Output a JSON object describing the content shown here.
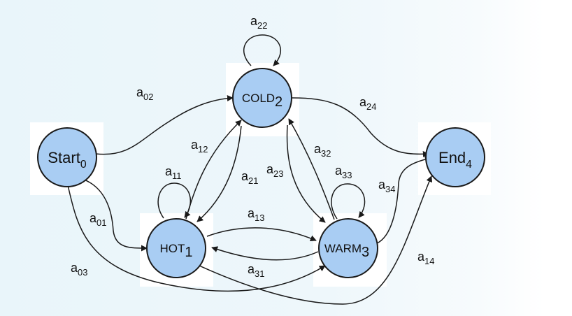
{
  "colors": {
    "node_fill": "#a9cdf3",
    "stroke": "#1a1a1a",
    "background": "#eaf5fa"
  },
  "states": [
    {
      "id": "start",
      "name": "Start",
      "index": "0"
    },
    {
      "id": "cold",
      "name": "COLD",
      "index": "2"
    },
    {
      "id": "hot",
      "name": "HOT",
      "index": "1"
    },
    {
      "id": "warm",
      "name": "WARM",
      "index": "3"
    },
    {
      "id": "end",
      "name": "End",
      "index": "4"
    }
  ],
  "transitions": [
    {
      "id": "a02",
      "from": "start",
      "to": "cold",
      "label": "a",
      "sub": "02"
    },
    {
      "id": "a01",
      "from": "start",
      "to": "hot",
      "label": "a",
      "sub": "01"
    },
    {
      "id": "a03",
      "from": "start",
      "to": "warm",
      "label": "a",
      "sub": "03"
    },
    {
      "id": "a22",
      "from": "cold",
      "to": "cold",
      "label": "a",
      "sub": "22"
    },
    {
      "id": "a24",
      "from": "cold",
      "to": "end",
      "label": "a",
      "sub": "24"
    },
    {
      "id": "a12",
      "from": "hot",
      "to": "cold",
      "label": "a",
      "sub": "12"
    },
    {
      "id": "a21",
      "from": "cold",
      "to": "hot",
      "label": "a",
      "sub": "21"
    },
    {
      "id": "a23",
      "from": "cold",
      "to": "warm",
      "label": "a",
      "sub": "23"
    },
    {
      "id": "a32",
      "from": "warm",
      "to": "cold",
      "label": "a",
      "sub": "32"
    },
    {
      "id": "a11",
      "from": "hot",
      "to": "hot",
      "label": "a",
      "sub": "11"
    },
    {
      "id": "a33",
      "from": "warm",
      "to": "warm",
      "label": "a",
      "sub": "33"
    },
    {
      "id": "a13",
      "from": "hot",
      "to": "warm",
      "label": "a",
      "sub": "13"
    },
    {
      "id": "a31",
      "from": "warm",
      "to": "hot",
      "label": "a",
      "sub": "31"
    },
    {
      "id": "a34",
      "from": "warm",
      "to": "end",
      "label": "a",
      "sub": "34"
    },
    {
      "id": "a14",
      "from": "hot",
      "to": "end",
      "label": "a",
      "sub": "14"
    }
  ]
}
